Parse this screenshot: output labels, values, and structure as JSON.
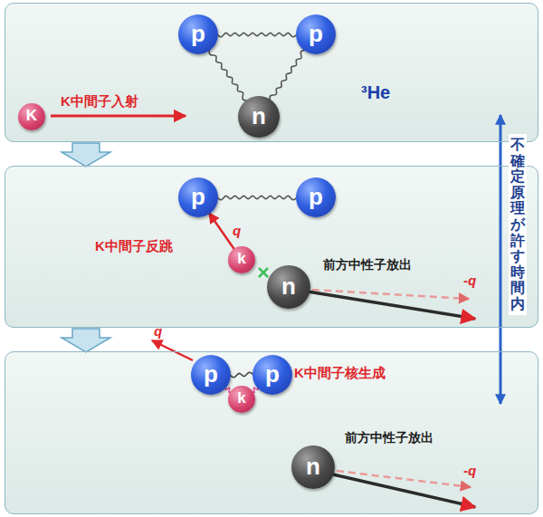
{
  "diagram": {
    "nodes": [
      {
        "text": [
          "K中間子入射",
          "³He"
        ]
      },
      {
        "text": [
          "p"
        ],
        "in": 0
      },
      {
        "text": [
          "p"
        ],
        "in": 0
      },
      {
        "text": [
          "n"
        ],
        "in": 0
      },
      {
        "text": [
          "K"
        ],
        "in": 0
      },
      {
        "text": [
          "K中間子反跳",
          "前方中性子放出"
        ]
      },
      {
        "text": [
          "p"
        ],
        "in": 5
      },
      {
        "text": [
          "p"
        ],
        "in": 5
      },
      {
        "text": [
          "k"
        ],
        "in": 5
      },
      {
        "text": [
          "n"
        ],
        "in": 5
      },
      {
        "text": [
          "K中間子核生成",
          "前方中性子放出"
        ]
      },
      {
        "text": [
          "p"
        ],
        "in": 10
      },
      {
        "text": [
          "k"
        ],
        "in": 10
      },
      {
        "text": [
          "p"
        ],
        "in": 10
      },
      {
        "text": [
          "n"
        ],
        "in": 10
      }
    ],
    "edges": [
      {
        "from": 1,
        "to": 2,
        "arrow": "none"
      },
      {
        "from": 1,
        "to": 3,
        "arrow": "none"
      },
      {
        "from": 2,
        "to": 3,
        "arrow": "none"
      },
      {
        "from": 6,
        "to": 7,
        "arrow": "none"
      },
      {
        "from": 8,
        "to": 6,
        "label": "q",
        "arrow": "to"
      },
      {
        "from": 11,
        "to": 13,
        "arrow": "none"
      },
      {
        "from": 11,
        "to": 12,
        "arrow": "none"
      },
      {
        "from": 12,
        "to": 13,
        "arrow": "none"
      }
    ],
    "labels": [
      "不確定原理が許す時間内",
      "-q",
      "q",
      "-q"
    ]
  }
}
